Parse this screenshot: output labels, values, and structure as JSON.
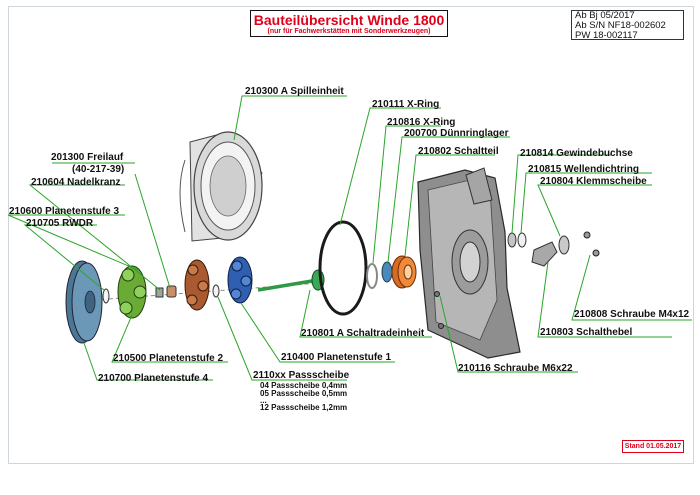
{
  "header": {
    "title": "Bauteilübersicht Winde 1800",
    "subtitle": "(nur für Fachwerkstätten mit Sonderwerkzeugen)"
  },
  "reference": {
    "lines": [
      "Ab Bj 05/2017",
      "Ab S/N NF18-002602",
      "PW 18-002117"
    ]
  },
  "stand": "Stand 01.05.2017",
  "parts": {
    "p210300": "210300 A Spilleinheit",
    "p210111": "210111 X-Ring",
    "p210816": "210816 X-Ring",
    "p200700": "200700 Dünnringlager",
    "p210802": "210802 Schaltteil",
    "p201300": "201300 Freilauf",
    "p201300b": "(40-217-39)",
    "p210604": "210604 Nadelkranz",
    "p210600": "210600 Planetenstufe 3",
    "p210705": "210705 RWDR",
    "p210814": "210814 Gewindebuchse",
    "p210815": "210815 Wellendichtring",
    "p210804": "210804 Klemmscheibe",
    "p210808": "210808 Schraube M4x12",
    "p210803": "210803 Schalthebel",
    "p210801": "210801 A Schaltradeinheit",
    "p210500": "210500 Planetenstufe 2",
    "p210400": "210400 Planetenstufe 1",
    "p210700": "210700 Planetenstufe 4",
    "p2110xx": "2110xx Passscheibe",
    "p210116": "210116 Schraube M6x22"
  },
  "shims": {
    "s1": "04 Passscheibe 0,4mm",
    "s2": "05 Passscheibe 0,5mm",
    "dots": "...",
    "s3": "12 Passscheibe 1,2mm"
  },
  "colors": {
    "leader": "#2aa52a",
    "title_red": "#e0001a",
    "spool": "#d9d9d9",
    "housing": "#9a9a9a",
    "stage4": "#5a87a6",
    "stage3": "#7bbd3e",
    "stage2": "#b4643a",
    "stage1": "#2e5fb0",
    "bearing": "#e7782a"
  }
}
